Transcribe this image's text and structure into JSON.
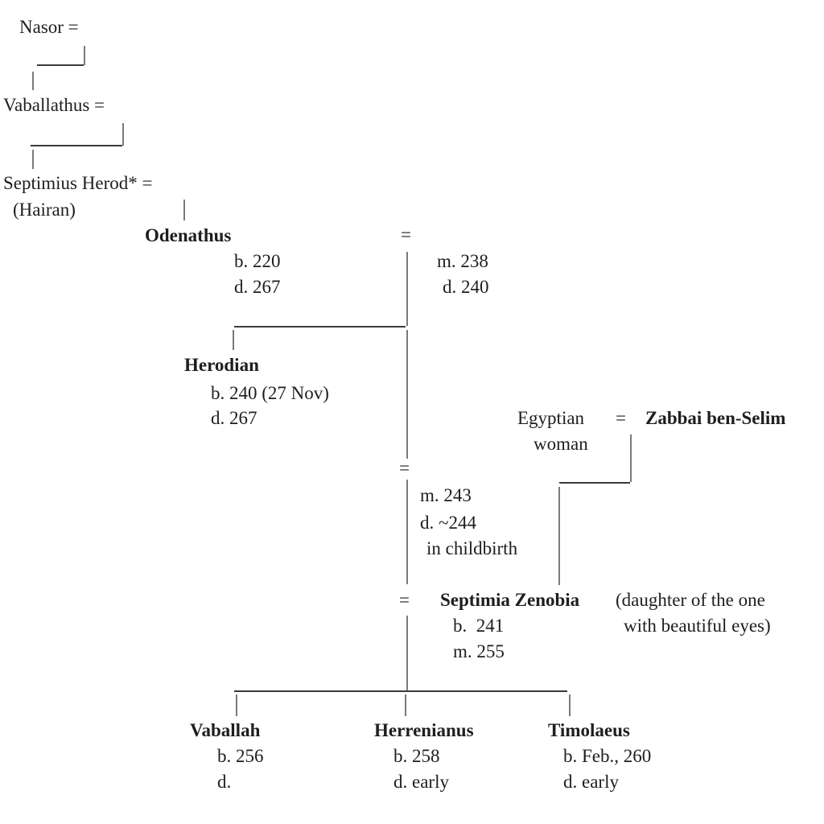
{
  "ancestors": {
    "nasor": "Nasor =",
    "vaballathus": "Vaballathus =",
    "septimius_herod": "Septimius Herod* =",
    "septimius_herod_alias": "(Hairan)"
  },
  "odenathus": {
    "name": "Odenathus",
    "eq": "=",
    "born": "b. 220",
    "died": "d. 267"
  },
  "first_wife": {
    "married": "m. 238",
    "died": "d. 240"
  },
  "herodian": {
    "name": "Herodian",
    "born": "b. 240 (27 Nov)",
    "died": "d. 267"
  },
  "second_wife": {
    "eq": "=",
    "married": "m. 243",
    "died": "d. ~244",
    "note": "in childbirth"
  },
  "zenobia_parents": {
    "mother_line1": "Egyptian",
    "mother_line2": "woman",
    "eq": "=",
    "father": "Zabbai ben-Selim"
  },
  "zenobia": {
    "eq": "=",
    "name": "Septimia Zenobia",
    "note_line1": "(daughter of the one",
    "note_line2": "with beautiful eyes)",
    "born": "b.  241",
    "married": "m. 255"
  },
  "children": [
    {
      "name": "Vaballah",
      "born": "b. 256",
      "died": "d."
    },
    {
      "name": "Herrenianus",
      "born": "b. 258",
      "died": "d. early"
    },
    {
      "name": "Timolaeus",
      "born": "b. Feb., 260",
      "died": "d. early"
    }
  ]
}
